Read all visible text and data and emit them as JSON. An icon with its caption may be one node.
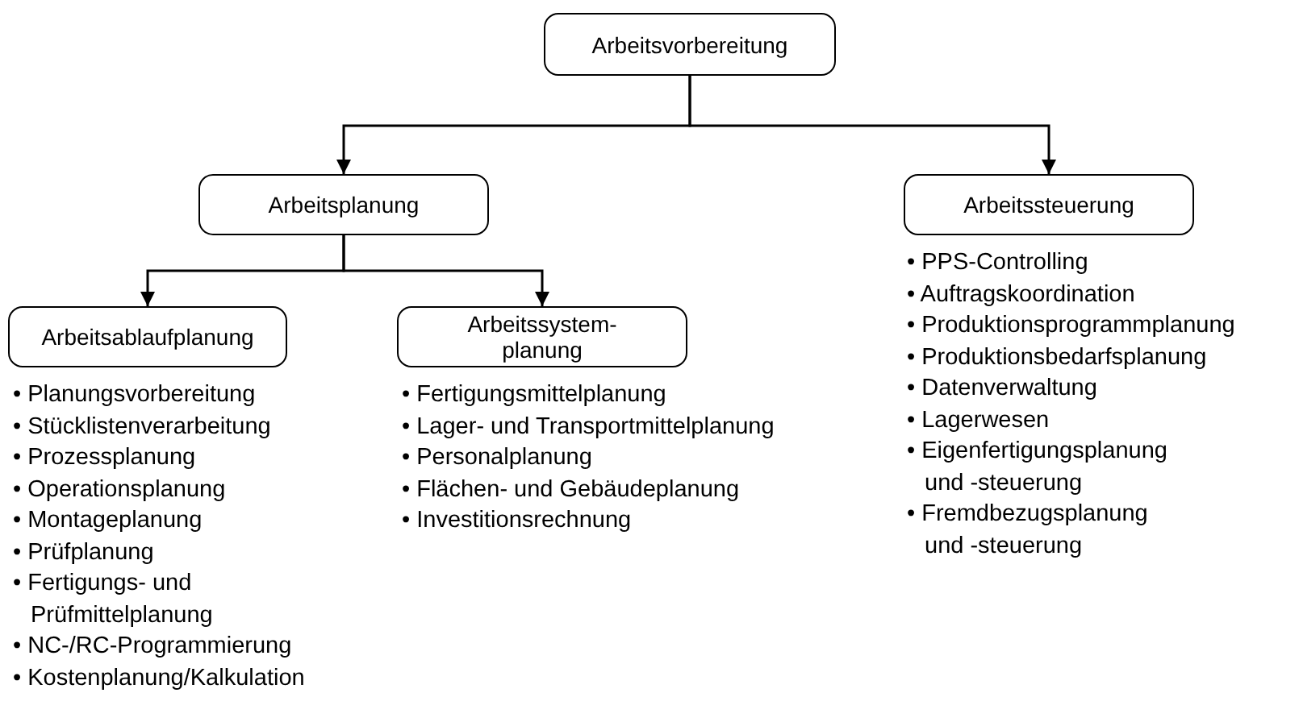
{
  "diagram": {
    "nodes": [
      {
        "text": [
          "Arbeitsvorbereitung"
        ]
      },
      {
        "text": [
          "Arbeitsplanung"
        ]
      },
      {
        "text": [
          "Arbeitssteuerung"
        ],
        "beside": [
          "• PPS-Controlling",
          "• Auftragskoordination",
          "• Produktionsprogrammplanung",
          "• Produktionsbedarfsplanung",
          "• Datenverwaltung",
          "• Lagerwesen",
          "• Eigenfertigungsplanung und -steuerung",
          "• Fremdbezugsplanung und -steuerung"
        ]
      },
      {
        "text": [
          "Arbeitsablaufplanung"
        ],
        "beside": [
          "• Planungsvorbereitung",
          "• Stücklistenverarbeitung",
          "• Prozessplanung",
          "• Operationsplanung",
          "• Montageplanung",
          "• Prüfplanung",
          "• Fertigungs- und Prüfmittelplanung",
          "• NC-/RC-Programmierung",
          "• Kostenplanung/Kalkulation"
        ]
      },
      {
        "text": [
          "Arbeitssystem-planung"
        ],
        "beside": [
          "• Fertigungsmittelplanung",
          "• Lager- und Transportmittelplanung",
          "• Personalplanung",
          "• Flächen- und Gebäudeplanung",
          "• Investitionsrechnung"
        ]
      }
    ],
    "edges": [
      {
        "from": 0,
        "to": 1,
        "arrow": "to"
      },
      {
        "from": 0,
        "to": 2,
        "arrow": "to"
      },
      {
        "from": 1,
        "to": 3,
        "arrow": "to"
      },
      {
        "from": 1,
        "to": 4,
        "arrow": "to"
      }
    ]
  }
}
